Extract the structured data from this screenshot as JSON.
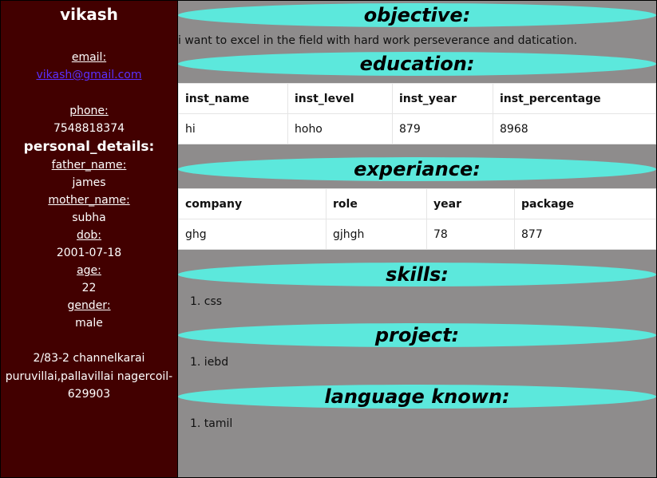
{
  "sidebar": {
    "name": "vikash",
    "email_label": "email:",
    "email": "vikash@gmail.com",
    "phone_label": "phone:",
    "phone": "7548818374",
    "personal_heading": "personal_details:",
    "father_label": "father_name:",
    "father": "james",
    "mother_label": "mother_name:",
    "mother": "subha",
    "dob_label": "dob:",
    "dob": "2001-07-18",
    "age_label": "age:",
    "age": "22",
    "gender_label": "gender:",
    "gender": "male",
    "address_line1": "2/83-2 channelkarai",
    "address_line2": "puruvillai,pallavillai nagercoil-",
    "address_line3": "629903"
  },
  "objective": {
    "heading": "objective:",
    "text": "i want to excel in the field with hard work perseverance and datication."
  },
  "education": {
    "heading": "education:",
    "columns": [
      "inst_name",
      "inst_level",
      "inst_year",
      "inst_percentage"
    ],
    "rows": [
      [
        "hi",
        "hoho",
        "879",
        "8968"
      ]
    ]
  },
  "experience": {
    "heading": "experiance:",
    "columns": [
      "company",
      "role",
      "year",
      "package"
    ],
    "rows": [
      [
        "ghg",
        "gjhgh",
        "78",
        "877"
      ]
    ]
  },
  "skills": {
    "heading": "skills:",
    "items": [
      "1. css"
    ]
  },
  "project": {
    "heading": "project:",
    "items": [
      "1. iebd"
    ]
  },
  "languages": {
    "heading": "language known:",
    "items": [
      "1. tamil"
    ]
  },
  "colors": {
    "sidebar_bg": "#420000",
    "main_bg": "#8e8c8c",
    "banner_bg": "#5ce8dc",
    "link": "#5a2fff"
  }
}
